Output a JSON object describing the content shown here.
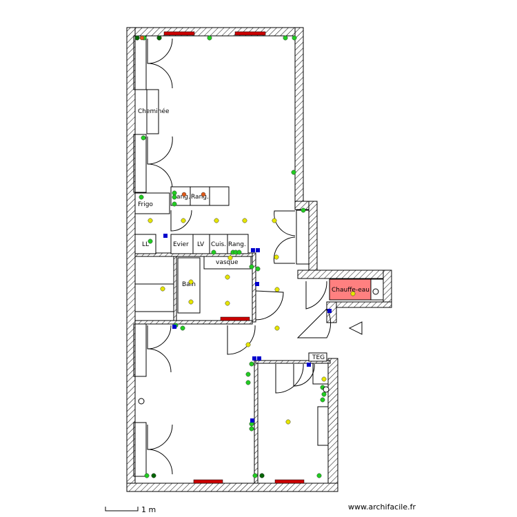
{
  "colors": {
    "wall_hatch": "#000000",
    "window": "#cc0000",
    "water_heater": "#ff8080",
    "outlet_green": "#22cc22",
    "light_yellow": "#e6e600",
    "switch_blue": "#0000cc",
    "dark_point": "#006600",
    "orange_point": "#e05a1a"
  },
  "labels": {
    "cheminee": "Cheminée",
    "frigo": "Frigo",
    "rang_1": "Rang.",
    "rang_2": "Rang.",
    "ll": "LL",
    "evier": "Evier",
    "lv": "LV",
    "cuis": "Cuis.",
    "rang_3": "Rang.",
    "vasque": "vasque",
    "bain": "Bain",
    "chauffe_eau": "Chauffe-eau",
    "teg": "TEG"
  },
  "footer": {
    "scale": "1 m",
    "site": "www.archifacile.fr"
  },
  "icons": {
    "entrance": "entrance-arrow-icon"
  }
}
